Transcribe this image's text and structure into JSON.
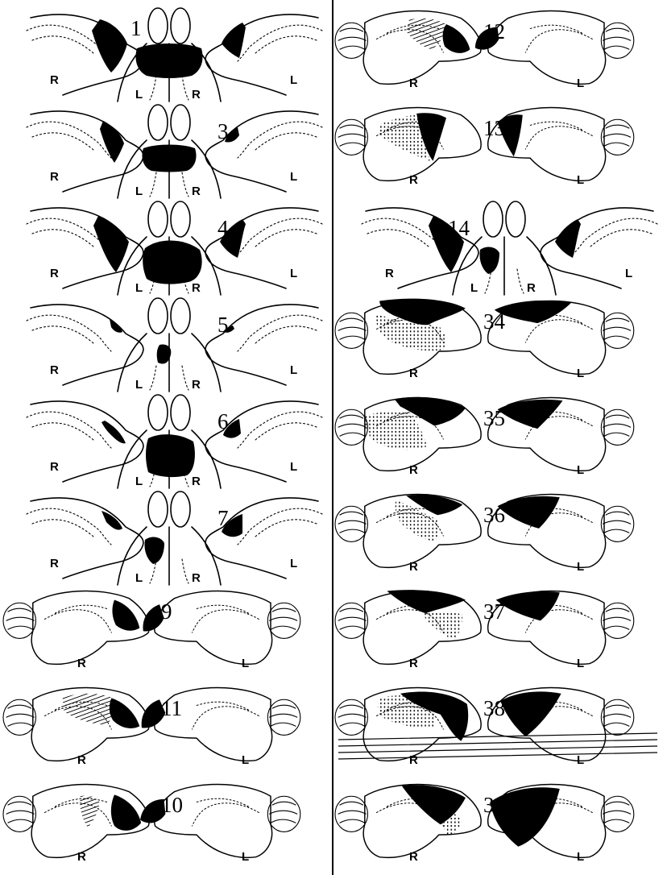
{
  "plate": {
    "left_column": [
      {
        "number": "1",
        "form": "lateral-dorsal-lateral",
        "left_view_label": "R",
        "dorsal_labels": [
          "L",
          "R"
        ],
        "right_view_label": "L"
      },
      {
        "number": "3",
        "form": "lateral-dorsal-lateral",
        "left_view_label": "R",
        "dorsal_labels": [
          "L",
          "R"
        ],
        "right_view_label": "L"
      },
      {
        "number": "4",
        "form": "lateral-dorsal-lateral",
        "left_view_label": "R",
        "dorsal_labels": [
          "L",
          "R"
        ],
        "right_view_label": "L"
      },
      {
        "number": "5",
        "form": "lateral-dorsal-lateral",
        "left_view_label": "R",
        "dorsal_labels": [
          "L",
          "R"
        ],
        "right_view_label": "L"
      },
      {
        "number": "6",
        "form": "lateral-dorsal-lateral",
        "left_view_label": "R",
        "dorsal_labels": [
          "L",
          "R"
        ],
        "right_view_label": "L"
      },
      {
        "number": "7",
        "form": "lateral-dorsal-lateral",
        "left_view_label": "R",
        "dorsal_labels": [
          "L",
          "R"
        ],
        "right_view_label": "L"
      },
      {
        "number": "9",
        "form": "lateral-pair",
        "left_view_label": "R",
        "right_view_label": "L"
      },
      {
        "number": "11",
        "form": "lateral-pair",
        "left_view_label": "R",
        "right_view_label": "L"
      },
      {
        "number": "10",
        "form": "lateral-pair",
        "left_view_label": "R",
        "right_view_label": "L"
      }
    ],
    "right_column": [
      {
        "number": "12",
        "form": "lateral-pair",
        "left_view_label": "R",
        "right_view_label": "L"
      },
      {
        "number": "13",
        "form": "lateral-pair",
        "left_view_label": "R",
        "right_view_label": "L"
      },
      {
        "number": "14",
        "form": "lateral-dorsal-lateral",
        "left_view_label": "R",
        "dorsal_labels": [
          "L",
          "R"
        ],
        "right_view_label": "L"
      },
      {
        "number": "34",
        "form": "lateral-pair",
        "left_view_label": "R",
        "right_view_label": "L"
      },
      {
        "number": "35",
        "form": "lateral-pair",
        "left_view_label": "R",
        "right_view_label": "L"
      },
      {
        "number": "36",
        "form": "lateral-pair",
        "left_view_label": "R",
        "right_view_label": "L"
      },
      {
        "number": "37",
        "form": "lateral-pair",
        "left_view_label": "R",
        "right_view_label": "L"
      },
      {
        "number": "38",
        "form": "lateral-pair",
        "left_view_label": "R",
        "right_view_label": "L"
      },
      {
        "number": "39",
        "form": "lateral-pair",
        "left_view_label": "R",
        "right_view_label": "L"
      }
    ]
  }
}
